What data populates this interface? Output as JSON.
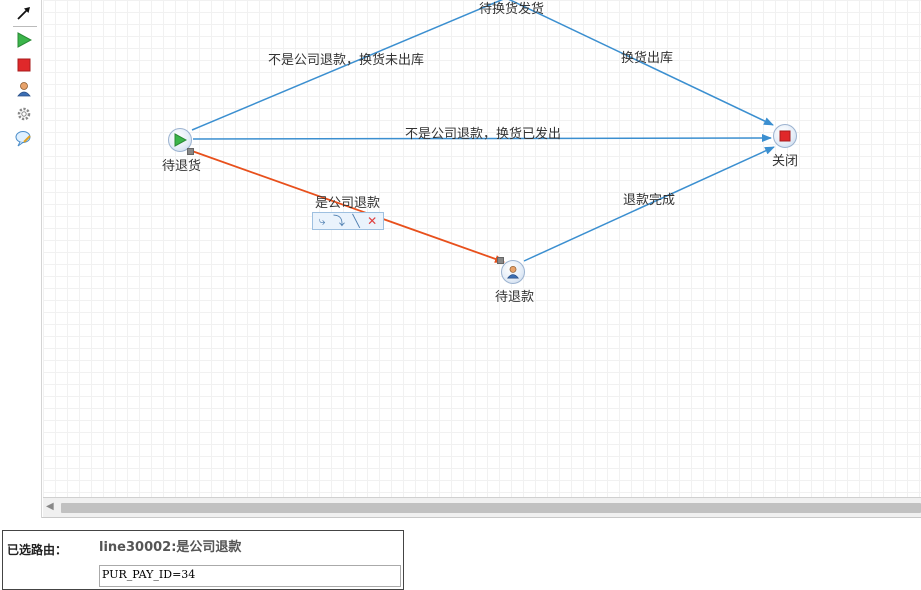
{
  "toolbar": {
    "tools": [
      {
        "name": "select-arrow-icon",
        "glyph": "↗"
      },
      {
        "name": "start-node-icon",
        "glyph": "▶"
      },
      {
        "name": "end-node-icon",
        "glyph": "■"
      },
      {
        "name": "user-task-icon",
        "glyph": "👤"
      },
      {
        "name": "gear-icon",
        "glyph": "⚙"
      },
      {
        "name": "annotation-icon",
        "glyph": "✎"
      }
    ]
  },
  "nodes": {
    "start": {
      "label": "待退货"
    },
    "refund": {
      "label": "待退款"
    },
    "close": {
      "label": "关闭"
    },
    "exchange": {
      "label": "待换货发货"
    }
  },
  "edges": {
    "not_refund_not_out": "不是公司退款，换货未出库",
    "exchange_out": "换货出库",
    "not_refund_shipped": "不是公司退款，换货已发出",
    "is_refund": "是公司退款",
    "refund_done": "退款完成"
  },
  "edge_tools": [
    "⤷",
    "⤵",
    "╲",
    "✕"
  ],
  "colors": {
    "edge_blue": "#3b8fd0",
    "edge_selected": "#e8501c",
    "start_green": "#3bb54a",
    "end_red": "#e0282a"
  },
  "route_panel": {
    "caption": "已选路由：",
    "route_name": "line30002:是公司退款",
    "condition": "PUR_PAY_ID=34"
  }
}
